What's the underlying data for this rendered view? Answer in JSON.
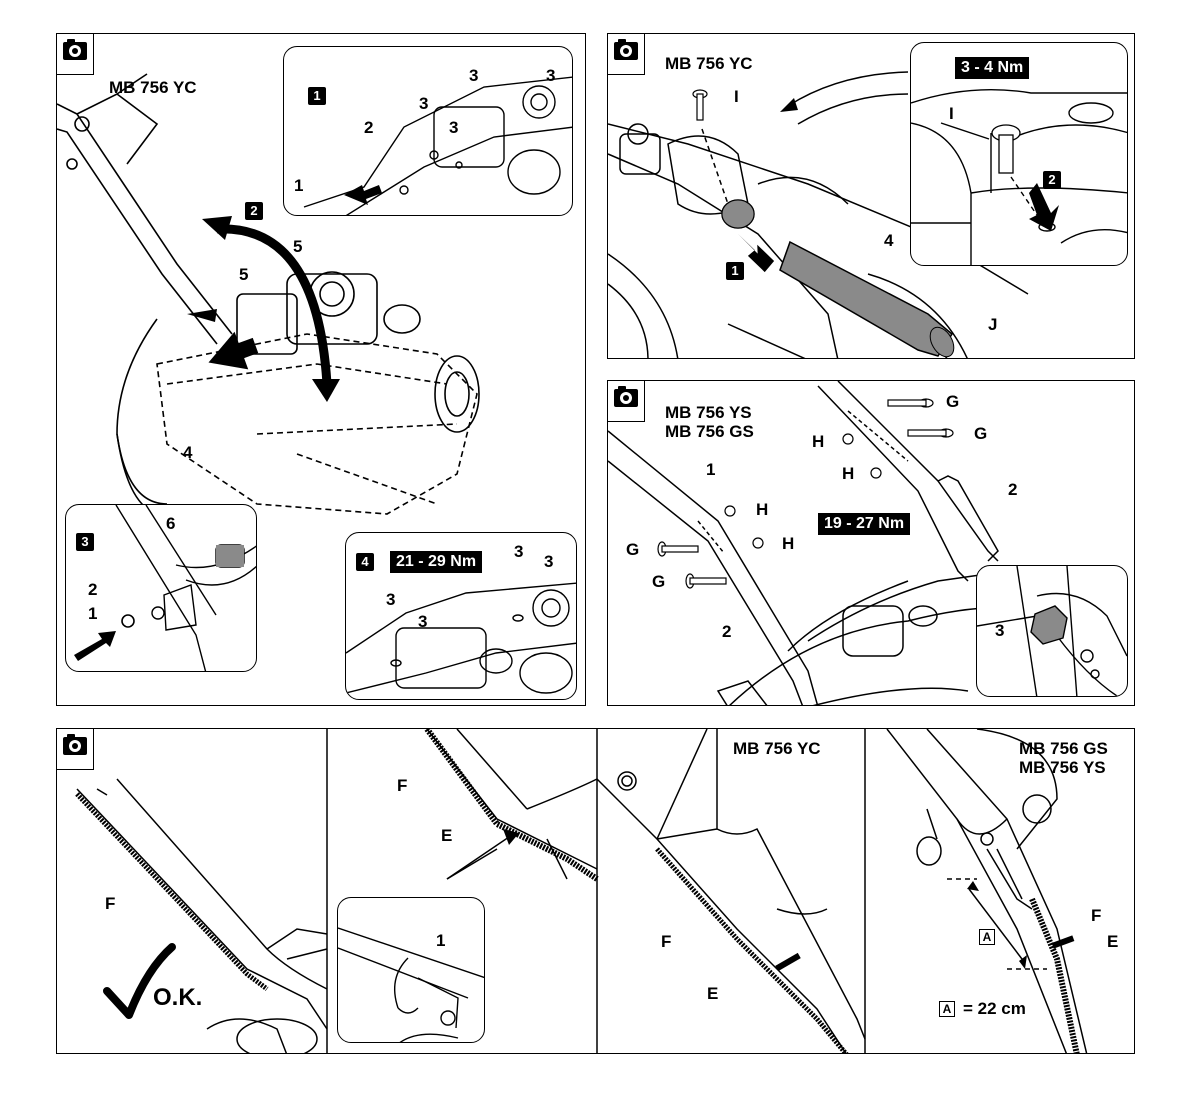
{
  "colors": {
    "ink": "#000000",
    "paper": "#ffffff",
    "shade": "#8a8a8a"
  },
  "icons": {
    "camera": "camera-icon",
    "check": "checkmark-icon",
    "arrow": "arrow-icon"
  },
  "panel1": {
    "model": "MB 756 YC",
    "inset1": {
      "step": "1",
      "l1": "1",
      "l2": "2",
      "l3a": "3",
      "l3b": "3",
      "l3c": "3",
      "l3d": "3"
    },
    "step2": "2",
    "l5a": "5",
    "l5b": "5",
    "l4": "4",
    "inset3": {
      "step": "3",
      "l6": "6",
      "l2": "2",
      "l1": "1"
    },
    "inset4": {
      "step": "4",
      "torque": "21 - 29 Nm",
      "l3a": "3",
      "l3b": "3",
      "l3c": "3",
      "l3d": "3"
    }
  },
  "panel2": {
    "model": "MB 756 YC",
    "lI": "I",
    "l4": "4",
    "lJ": "J",
    "step1": "1",
    "inset": {
      "torque": "3 - 4 Nm",
      "lI": "I",
      "step2": "2"
    }
  },
  "panel3": {
    "model": "MB 756 YS\nMB 756 GS",
    "lG1": "G",
    "lG2": "G",
    "lG3": "G",
    "lG4": "G",
    "lH1": "H",
    "lH2": "H",
    "lH3": "H",
    "lH4": "H",
    "l1": "1",
    "l2a": "2",
    "l2b": "2",
    "torque": "19 - 27 Nm",
    "inset": {
      "l3": "3"
    }
  },
  "panel4": {
    "a": {
      "lF": "F",
      "ok": "O.K."
    },
    "b": {
      "lF": "F",
      "lE": "E",
      "inset": {
        "l1": "1"
      }
    },
    "c": {
      "model": "MB 756 YC",
      "lF": "F",
      "lE": "E"
    },
    "d": {
      "model": "MB 756 GS\nMB 756 YS",
      "lF": "F",
      "lE": "E",
      "lA": "A",
      "dimLetter": "A",
      "dimValue": "= 22 cm"
    }
  }
}
